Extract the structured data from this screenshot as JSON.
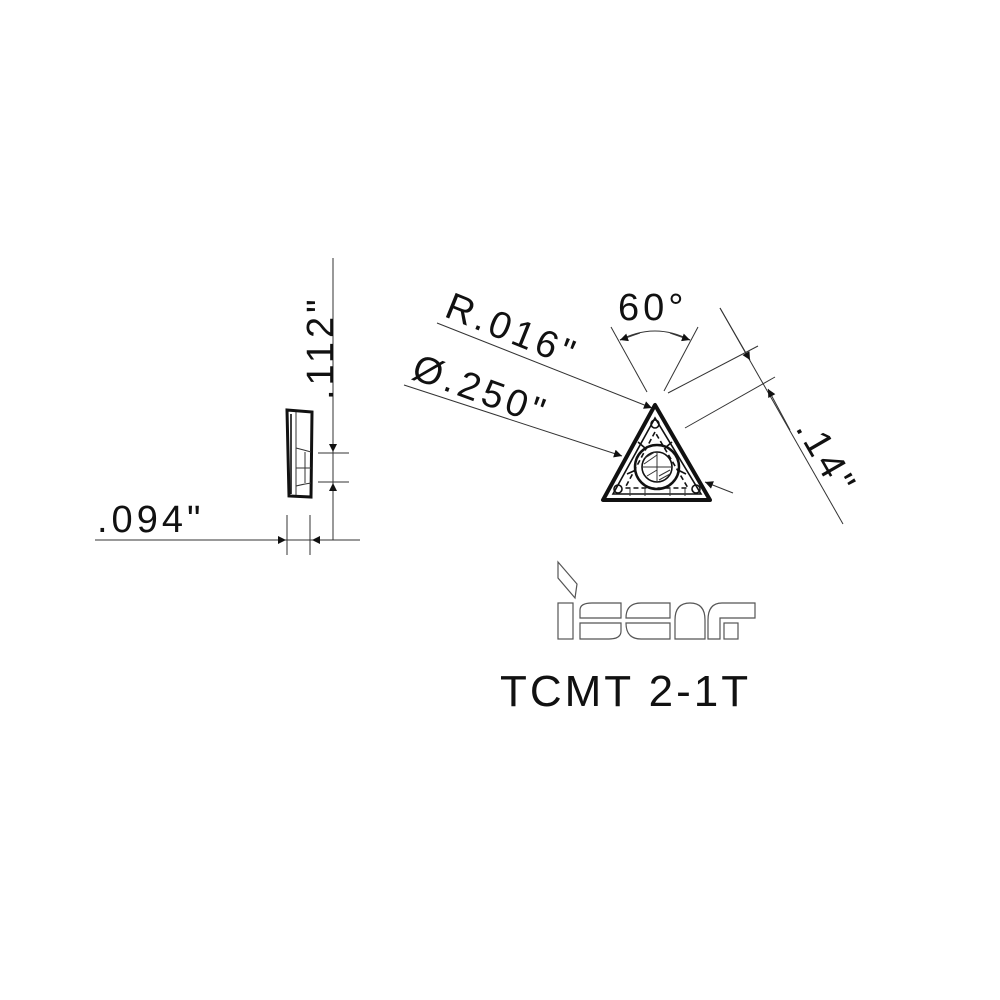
{
  "drawing": {
    "product_code": "TCMT 2-1T",
    "brand": "iscar",
    "colors": {
      "line": "#111111",
      "thin_line": "#333333",
      "logo_outline": "#555555",
      "background": "#ffffff"
    }
  },
  "dimensions": {
    "thickness": ".094\"",
    "height": ".112\"",
    "corner_radius": "R.016\"",
    "inscribed_circle": "Ø.250\"",
    "angle": "60°",
    "edge_offset": ".14\""
  },
  "views": {
    "side_view": "insert-side-profile",
    "top_view": "triangular-insert-top"
  }
}
